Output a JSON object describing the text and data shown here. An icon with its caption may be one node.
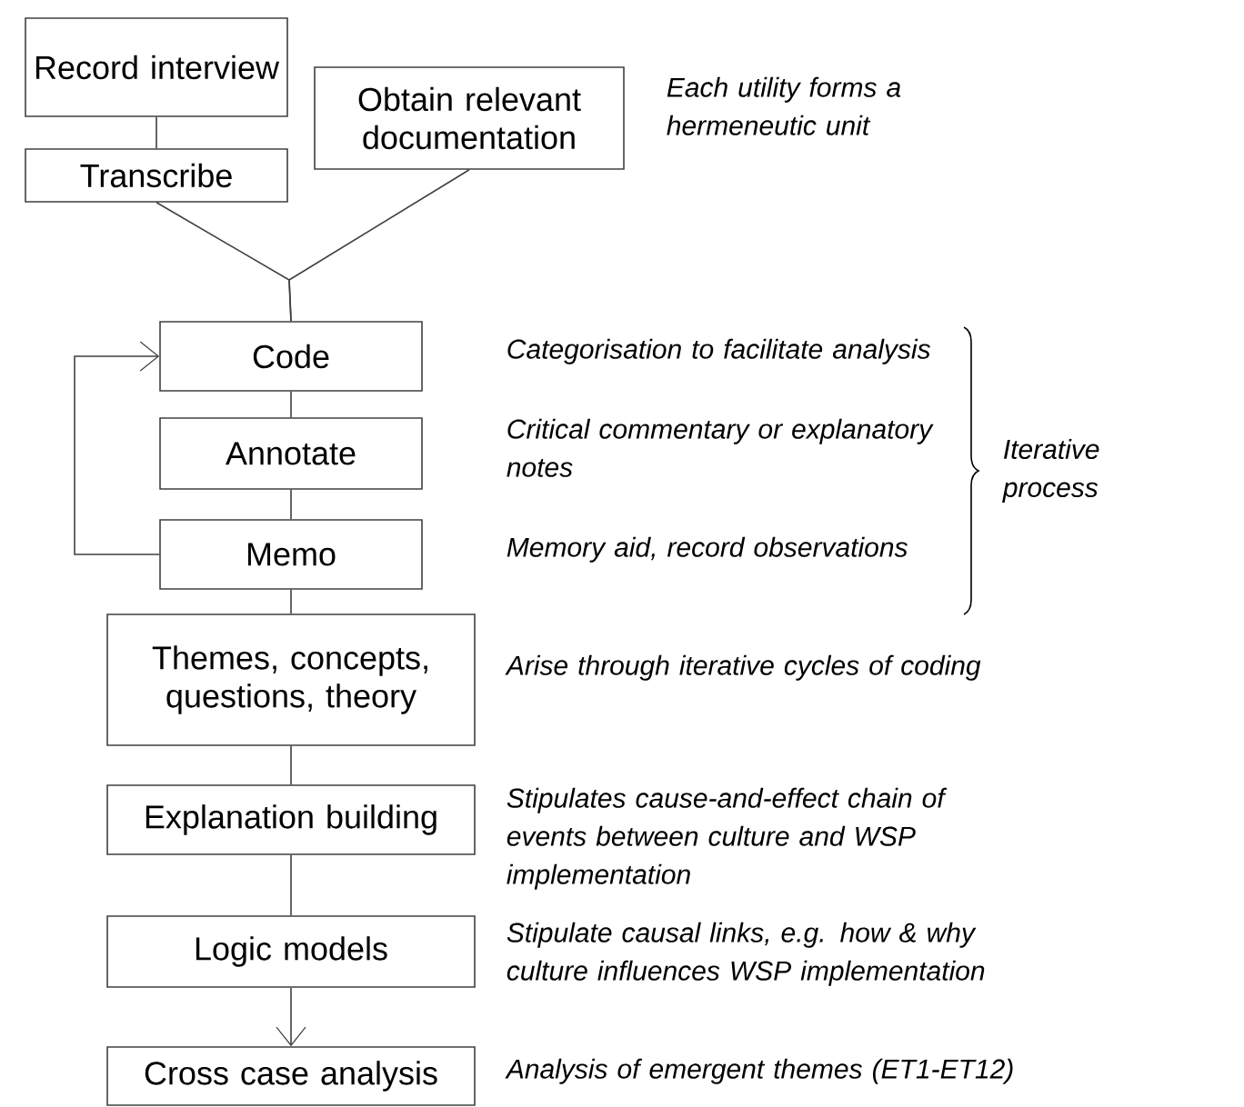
{
  "diagram": {
    "nodes": [
      {
        "text": [
          "Record interview"
        ]
      },
      {
        "text": [
          "Transcribe"
        ]
      },
      {
        "text": [
          "Obtain relevant documentation"
        ],
        "beside": [
          "Each utility forms a hermeneutic unit"
        ]
      },
      {
        "text": [
          "Code"
        ],
        "beside": [
          "Categorisation to facilitate analysis"
        ]
      },
      {
        "text": [
          "Annotate"
        ],
        "beside": [
          "Critical commentary or explanatory notes"
        ]
      },
      {
        "text": [
          "Memo"
        ],
        "beside": [
          "Memory aid, record observations"
        ]
      },
      {
        "text": [
          "Themes, concepts, questions, theory"
        ],
        "beside": [
          "Arise  through iterative cycles of coding"
        ]
      },
      {
        "text": [
          "Explanation building"
        ],
        "beside": [
          "Stipulates cause-and-effect chain of events between culture and WSP implementation"
        ]
      },
      {
        "text": [
          "Logic models"
        ],
        "beside": [
          "Stipulate causal links, e.g. how & why culture influences WSP implementation"
        ]
      },
      {
        "text": [
          "Cross case analysis"
        ],
        "beside": [
          "Analysis of emergent themes (ET1-ET12)"
        ]
      }
    ],
    "edges": [
      {
        "from": 0,
        "to": 1,
        "arrow": "none"
      },
      {
        "from": 1,
        "to": 3,
        "arrow": "none"
      },
      {
        "from": 2,
        "to": 3,
        "arrow": "none"
      },
      {
        "from": 3,
        "to": 4,
        "arrow": "none"
      },
      {
        "from": 4,
        "to": 5,
        "arrow": "none"
      },
      {
        "from": 5,
        "to": 3,
        "arrow": "to"
      },
      {
        "from": 5,
        "to": 6,
        "arrow": "none"
      },
      {
        "from": 6,
        "to": 7,
        "arrow": "none"
      },
      {
        "from": 7,
        "to": 8,
        "arrow": "none"
      },
      {
        "from": 8,
        "to": 9,
        "arrow": "to"
      }
    ],
    "labels": [
      "Iterative process"
    ]
  }
}
